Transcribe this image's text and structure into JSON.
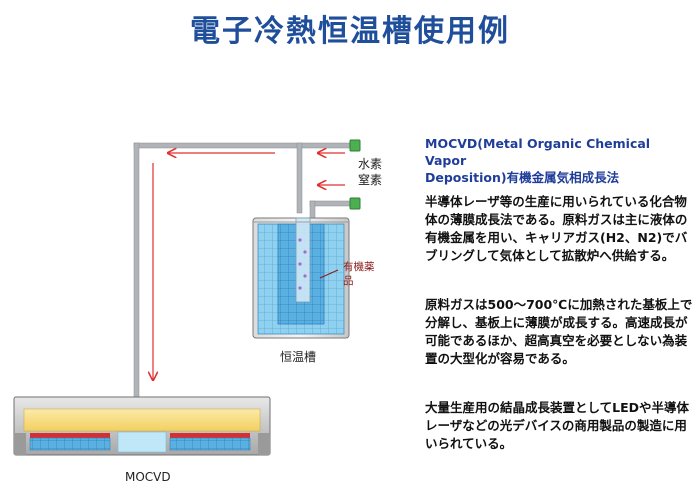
{
  "title": "電子冷熱恒温槽使用例",
  "diagram": {
    "gas_label_line1": "水素",
    "gas_label_line2": "窒素",
    "organic_label_line1": "有機薬",
    "organic_label_line2": "品",
    "bath_label": "恒温槽",
    "reactor_label": "MOCVD",
    "colors": {
      "pipe": "#b0b4b8",
      "arrow": "#e03030",
      "valve": "#4caf50",
      "bath_water": "#8fd1ee",
      "heater": "#f2d060",
      "organic_label": "#8a1a1a"
    }
  },
  "text": {
    "heading_line1": "MOCVD(Metal Organic Chemical Vapor",
    "heading_line2": "Deposition)有機金属気相成長法",
    "para1": "半導体レーザ等の生産に用いられている化合物体の薄膜成長法である。原料ガスは主に液体の有機金属を用い、キャリアガス(H2、N2)でバブリングして気体として拡散炉へ供給する。",
    "para2": "原料ガスは500～700℃に加熱された基板上で分解し、基板上に薄膜が成長する。高速成長が可能であるほか、超高真空を必要としない為装置の大型化が容易である。",
    "para3": "大量生産用の結晶成長装置としてLEDや半導体レーザなどの光デバイスの商用製品の製造に用いられている。"
  }
}
